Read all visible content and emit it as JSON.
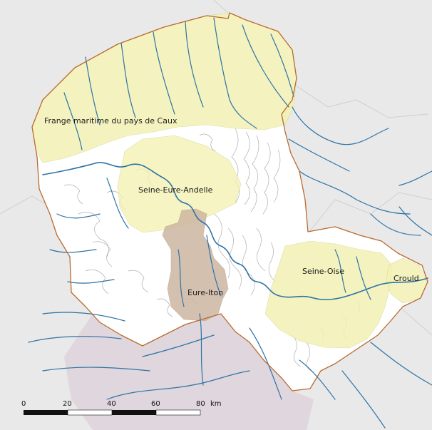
{
  "regions": [
    {
      "id": "frange-maritime",
      "label": "Frange maritime du pays de Caux",
      "fill": "#f3f2b4"
    },
    {
      "id": "seine-eure-andelle",
      "label": "Seine-Eure-Andelle",
      "fill": "#f3f2b4"
    },
    {
      "id": "eure-iton",
      "label": "Eure-Iton",
      "fill": "#cdb6a0"
    },
    {
      "id": "seine-oise",
      "label": "Seine-Oise",
      "fill": "#f3f2b4"
    },
    {
      "id": "crould",
      "label": "Crould",
      "fill": "#f3f2b4"
    }
  ],
  "scale": {
    "ticks": [
      "0",
      "20",
      "40",
      "60",
      "80"
    ],
    "unit": "km"
  },
  "colors": {
    "background": "#e9e9e9",
    "territory": "#ffffff",
    "border": "#b86a2e",
    "river": "#2d73a6",
    "topo": "#9a9a9a",
    "southern-basin": "#d8c6d4"
  }
}
